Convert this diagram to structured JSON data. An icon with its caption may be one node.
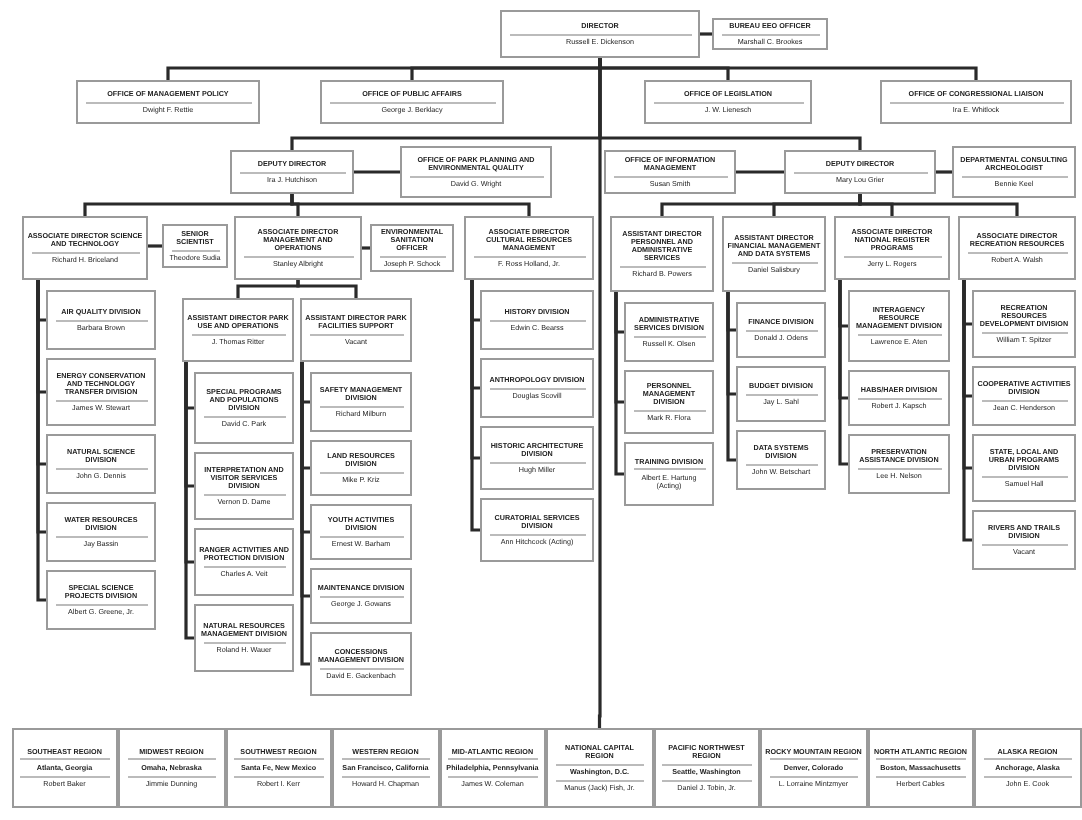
{
  "diagram": {
    "nodes": [
      {
        "text": [
          "DIRECTOR",
          "Russell E. Dickenson"
        ]
      },
      {
        "text": [
          "BUREAU EEO OFFICER",
          "Marshall C. Brookes"
        ]
      },
      {
        "text": [
          "OFFICE OF MANAGEMENT POLICY",
          "Dwight F. Rettie"
        ]
      },
      {
        "text": [
          "OFFICE OF PUBLIC AFFAIRS",
          "George J. Berklacy"
        ]
      },
      {
        "text": [
          "OFFICE OF LEGISLATION",
          "J. W. Lienesch"
        ]
      },
      {
        "text": [
          "OFFICE OF CONGRESSIONAL LIAISON",
          "Ira E. Whitlock"
        ]
      },
      {
        "text": [
          "DEPUTY DIRECTOR",
          "Ira J. Hutchison"
        ]
      },
      {
        "text": [
          "OFFICE OF PARK PLANNING AND ENVIRONMENTAL QUALITY",
          "David G. Wright"
        ]
      },
      {
        "text": [
          "OFFICE OF INFORMATION MANAGEMENT",
          "Susan Smith"
        ]
      },
      {
        "text": [
          "DEPUTY DIRECTOR",
          "Mary Lou Grier"
        ]
      },
      {
        "text": [
          "DEPARTMENTAL CONSULTING ARCHEOLOGIST",
          "Bennie Keel"
        ]
      },
      {
        "text": [
          "ASSOCIATE DIRECTOR SCIENCE AND TECHNOLOGY",
          "Richard H. Briceland"
        ]
      },
      {
        "text": [
          "SENIOR SCIENTIST",
          "Theodore Sudia"
        ]
      },
      {
        "text": [
          "ASSOCIATE DIRECTOR MANAGEMENT AND OPERATIONS",
          "Stanley Albright"
        ]
      },
      {
        "text": [
          "ENVIRONMENTAL SANITATION OFFICER",
          "Joseph P. Schock"
        ]
      },
      {
        "text": [
          "ASSOCIATE DIRECTOR CULTURAL RESOURCES MANAGEMENT",
          "F. Ross Holland, Jr."
        ]
      },
      {
        "text": [
          "AIR QUALITY DIVISION",
          "Barbara Brown"
        ]
      },
      {
        "text": [
          "ENERGY CONSERVATION AND TECHNOLOGY TRANSFER DIVISION",
          "James W. Stewart"
        ]
      },
      {
        "text": [
          "NATURAL SCIENCE DIVISION",
          "John G. Dennis"
        ]
      },
      {
        "text": [
          "WATER RESOURCES DIVISION",
          "Jay Bassin"
        ]
      },
      {
        "text": [
          "SPECIAL SCIENCE PROJECTS DIVISION",
          "Albert G. Greene, Jr."
        ]
      },
      {
        "text": [
          "ASSISTANT DIRECTOR PARK USE AND OPERATIONS",
          "J. Thomas Ritter"
        ]
      },
      {
        "text": [
          "ASSISTANT DIRECTOR PARK FACILITIES SUPPORT",
          "Vacant"
        ]
      },
      {
        "text": [
          "SPECIAL PROGRAMS AND POPULATIONS DIVISION",
          "David C. Park"
        ]
      },
      {
        "text": [
          "INTERPRETATION AND VISITOR SERVICES DIVISION",
          "Vernon D. Dame"
        ]
      },
      {
        "text": [
          "RANGER ACTIVITIES AND PROTECTION DIVISION",
          "Charles A. Veit"
        ]
      },
      {
        "text": [
          "NATURAL RESOURCES MANAGEMENT DIVISION",
          "Roland H. Wauer"
        ]
      },
      {
        "text": [
          "SAFETY MANAGEMENT DIVISION",
          "Richard Milburn"
        ]
      },
      {
        "text": [
          "LAND RESOURCES DIVISION",
          "Mike P. Kriz"
        ]
      },
      {
        "text": [
          "YOUTH ACTIVITIES DIVISION",
          "Ernest W. Barham"
        ]
      },
      {
        "text": [
          "MAINTENANCE DIVISION",
          "George J. Gowans"
        ]
      },
      {
        "text": [
          "CONCESSIONS MANAGEMENT DIVISION",
          "David E. Gackenbach"
        ]
      },
      {
        "text": [
          "HISTORY DIVISION",
          "Edwin C. Bearss"
        ]
      },
      {
        "text": [
          "ANTHROPOLOGY DIVISION",
          "Douglas Scovill"
        ]
      },
      {
        "text": [
          "HISTORIC ARCHITECTURE DIVISION",
          "Hugh Miller"
        ]
      },
      {
        "text": [
          "CURATORIAL SERVICES DIVISION",
          "Ann Hitchcock (Acting)"
        ]
      },
      {
        "text": [
          "ASSISTANT DIRECTOR PERSONNEL AND ADMINISTRATIVE SERVICES",
          "Richard B. Powers"
        ]
      },
      {
        "text": [
          "ADMINISTRATIVE SERVICES DIVISION",
          "Russell K. Olsen"
        ]
      },
      {
        "text": [
          "PERSONNEL MANAGEMENT DIVISION",
          "Mark R. Flora"
        ]
      },
      {
        "text": [
          "TRAINING DIVISION",
          "Albert E. Hartung (Acting)"
        ]
      },
      {
        "text": [
          "ASSISTANT DIRECTOR FINANCIAL MANAGEMENT AND DATA SYSTEMS",
          "Daniel Salisbury"
        ]
      },
      {
        "text": [
          "FINANCE DIVISION",
          "Donald J. Odens"
        ]
      },
      {
        "text": [
          "BUDGET DIVISION",
          "Jay L. Sahl"
        ]
      },
      {
        "text": [
          "DATA SYSTEMS DIVISION",
          "John W. Betschart"
        ]
      },
      {
        "text": [
          "ASSOCIATE DIRECTOR NATIONAL REGISTER PROGRAMS",
          "Jerry L. Rogers"
        ]
      },
      {
        "text": [
          "INTERAGENCY RESOURCE MANAGEMENT DIVISION",
          "Lawrence E. Aten"
        ]
      },
      {
        "text": [
          "HABS/HAER DIVISION",
          "Robert J. Kapsch"
        ]
      },
      {
        "text": [
          "PRESERVATION ASSISTANCE DIVISION",
          "Lee H. Nelson"
        ]
      },
      {
        "text": [
          "ASSOCIATE DIRECTOR RECREATION RESOURCES",
          "Robert A. Walsh"
        ]
      },
      {
        "text": [
          "RECREATION RESOURCES DEVELOPMENT DIVISION",
          "William T. Spitzer"
        ]
      },
      {
        "text": [
          "COOPERATIVE ACTIVITIES DIVISION",
          "Jean C. Henderson"
        ]
      },
      {
        "text": [
          "STATE, LOCAL AND URBAN PROGRAMS DIVISION",
          "Samuel Hall"
        ]
      },
      {
        "text": [
          "RIVERS AND TRAILS DIVISION",
          "Vacant"
        ]
      },
      {
        "text": [
          "SOUTHEAST REGION",
          "Atlanta, Georgia",
          "Robert Baker"
        ]
      },
      {
        "text": [
          "MIDWEST REGION",
          "Omaha, Nebraska",
          "Jimmie Dunning"
        ]
      },
      {
        "text": [
          "SOUTHWEST REGION",
          "Santa Fe, New Mexico",
          "Robert I. Kerr"
        ]
      },
      {
        "text": [
          "WESTERN REGION",
          "San Francisco, California",
          "Howard H. Chapman"
        ]
      },
      {
        "text": [
          "MID-ATLANTIC REGION",
          "Philadelphia, Pennsylvania",
          "James W. Coleman"
        ]
      },
      {
        "text": [
          "NATIONAL CAPITAL REGION",
          "Washington, D.C.",
          "Manus (Jack) Fish, Jr."
        ]
      },
      {
        "text": [
          "PACIFIC NORTHWEST REGION",
          "Seattle, Washington",
          "Daniel J. Tobin, Jr."
        ]
      },
      {
        "text": [
          "ROCKY MOUNTAIN REGION",
          "Denver, Colorado",
          "L. Lorraine Mintzmyer"
        ]
      },
      {
        "text": [
          "NORTH ATLANTIC REGION",
          "Boston, Massachusetts",
          "Herbert Cables"
        ]
      },
      {
        "text": [
          "ALASKA REGION",
          "Anchorage, Alaska",
          "John E. Cook"
        ]
      }
    ],
    "edges": [
      {
        "from": 0,
        "to": 1,
        "arrow": "none"
      },
      {
        "from": 0,
        "to": 2,
        "arrow": "none"
      },
      {
        "from": 0,
        "to": 3,
        "arrow": "none"
      },
      {
        "from": 0,
        "to": 4,
        "arrow": "none"
      },
      {
        "from": 0,
        "to": 5,
        "arrow": "none"
      },
      {
        "from": 0,
        "to": 6,
        "arrow": "none"
      },
      {
        "from": 0,
        "to": 9,
        "arrow": "none"
      },
      {
        "from": 6,
        "to": 7,
        "arrow": "none"
      },
      {
        "from": 9,
        "to": 8,
        "arrow": "none"
      },
      {
        "from": 9,
        "to": 10,
        "arrow": "none"
      },
      {
        "from": 6,
        "to": 11,
        "arrow": "none"
      },
      {
        "from": 6,
        "to": 13,
        "arrow": "none"
      },
      {
        "from": 6,
        "to": 15,
        "arrow": "none"
      },
      {
        "from": 11,
        "to": 12,
        "arrow": "none"
      },
      {
        "from": 13,
        "to": 14,
        "arrow": "none"
      },
      {
        "from": 11,
        "to": 16,
        "arrow": "none"
      },
      {
        "from": 11,
        "to": 17,
        "arrow": "none"
      },
      {
        "from": 11,
        "to": 18,
        "arrow": "none"
      },
      {
        "from": 11,
        "to": 19,
        "arrow": "none"
      },
      {
        "from": 11,
        "to": 20,
        "arrow": "none"
      },
      {
        "from": 13,
        "to": 21,
        "arrow": "none"
      },
      {
        "from": 13,
        "to": 22,
        "arrow": "none"
      },
      {
        "from": 21,
        "to": 23,
        "arrow": "none"
      },
      {
        "from": 21,
        "to": 24,
        "arrow": "none"
      },
      {
        "from": 21,
        "to": 25,
        "arrow": "none"
      },
      {
        "from": 21,
        "to": 26,
        "arrow": "none"
      },
      {
        "from": 22,
        "to": 27,
        "arrow": "none"
      },
      {
        "from": 22,
        "to": 28,
        "arrow": "none"
      },
      {
        "from": 22,
        "to": 29,
        "arrow": "none"
      },
      {
        "from": 22,
        "to": 30,
        "arrow": "none"
      },
      {
        "from": 22,
        "to": 31,
        "arrow": "none"
      },
      {
        "from": 15,
        "to": 32,
        "arrow": "none"
      },
      {
        "from": 15,
        "to": 33,
        "arrow": "none"
      },
      {
        "from": 15,
        "to": 34,
        "arrow": "none"
      },
      {
        "from": 15,
        "to": 35,
        "arrow": "none"
      },
      {
        "from": 9,
        "to": 36,
        "arrow": "none"
      },
      {
        "from": 9,
        "to": 40,
        "arrow": "none"
      },
      {
        "from": 9,
        "to": 44,
        "arrow": "none"
      },
      {
        "from": 9,
        "to": 48,
        "arrow": "none"
      },
      {
        "from": 36,
        "to": 37,
        "arrow": "none"
      },
      {
        "from": 36,
        "to": 38,
        "arrow": "none"
      },
      {
        "from": 36,
        "to": 39,
        "arrow": "none"
      },
      {
        "from": 40,
        "to": 41,
        "arrow": "none"
      },
      {
        "from": 40,
        "to": 42,
        "arrow": "none"
      },
      {
        "from": 40,
        "to": 43,
        "arrow": "none"
      },
      {
        "from": 44,
        "to": 45,
        "arrow": "none"
      },
      {
        "from": 44,
        "to": 46,
        "arrow": "none"
      },
      {
        "from": 44,
        "to": 47,
        "arrow": "none"
      },
      {
        "from": 48,
        "to": 49,
        "arrow": "none"
      },
      {
        "from": 48,
        "to": 50,
        "arrow": "none"
      },
      {
        "from": 48,
        "to": 51,
        "arrow": "none"
      },
      {
        "from": 48,
        "to": 52,
        "arrow": "none"
      },
      {
        "from": 0,
        "to": 58,
        "arrow": "none"
      }
    ]
  }
}
